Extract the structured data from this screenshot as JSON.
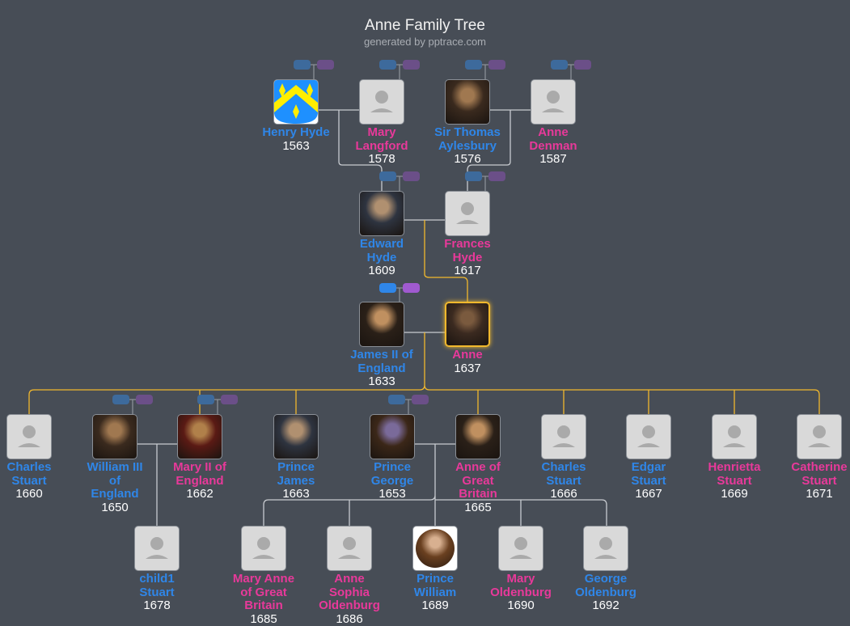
{
  "header": {
    "title": "Anne Family Tree",
    "subtitle": "generated by pptrace.com"
  },
  "colors": {
    "male": "#2f86e8",
    "female": "#e8399a",
    "background": "#474d56",
    "highlight_line": "#f1b82d",
    "line": "#c8cbd0"
  },
  "people": [
    {
      "name": "Henry Hyde",
      "year": "1563",
      "gender": "male",
      "avatar": "coat-of-arms"
    },
    {
      "name": "Mary Langford",
      "year": "1578",
      "gender": "female",
      "avatar": "placeholder"
    },
    {
      "name": "Sir Thomas Aylesbury",
      "year": "1576",
      "gender": "male",
      "avatar": "portrait"
    },
    {
      "name": "Anne Denman",
      "year": "1587",
      "gender": "female",
      "avatar": "placeholder"
    },
    {
      "name": "Edward Hyde",
      "year": "1609",
      "gender": "male",
      "avatar": "portrait"
    },
    {
      "name": "Frances Hyde",
      "year": "1617",
      "gender": "female",
      "avatar": "placeholder"
    },
    {
      "name": "James II of England",
      "year": "1633",
      "gender": "male",
      "avatar": "portrait"
    },
    {
      "name": "Anne",
      "year": "1637",
      "gender": "female",
      "avatar": "portrait",
      "selected": true
    },
    {
      "name": "Charles Stuart",
      "year": "1660",
      "gender": "male",
      "avatar": "placeholder"
    },
    {
      "name": "William III of England",
      "year": "1650",
      "gender": "male",
      "avatar": "portrait"
    },
    {
      "name": "Mary II of England",
      "year": "1662",
      "gender": "female",
      "avatar": "portrait"
    },
    {
      "name": "Prince James",
      "year": "1663",
      "gender": "male",
      "avatar": "portrait"
    },
    {
      "name": "Prince George",
      "year": "1653",
      "gender": "male",
      "avatar": "portrait"
    },
    {
      "name": "Anne of Great Britain",
      "year": "1665",
      "gender": "female",
      "avatar": "portrait"
    },
    {
      "name": "Charles Stuart",
      "year": "1666",
      "gender": "male",
      "avatar": "placeholder"
    },
    {
      "name": "Edgar Stuart",
      "year": "1667",
      "gender": "male",
      "avatar": "placeholder"
    },
    {
      "name": "Henrietta Stuart",
      "year": "1669",
      "gender": "female",
      "avatar": "placeholder"
    },
    {
      "name": "Catherine Stuart",
      "year": "1671",
      "gender": "female",
      "avatar": "placeholder"
    },
    {
      "name": "child1 Stuart",
      "year": "1678",
      "gender": "male",
      "avatar": "placeholder"
    },
    {
      "name": "Mary Anne of Great Britain",
      "year": "1685",
      "gender": "female",
      "avatar": "placeholder"
    },
    {
      "name": "Anne Sophia Oldenburg",
      "year": "1686",
      "gender": "female",
      "avatar": "placeholder"
    },
    {
      "name": "Prince William",
      "year": "1689",
      "gender": "male",
      "avatar": "portrait"
    },
    {
      "name": "Mary Oldenburg",
      "year": "1690",
      "gender": "female",
      "avatar": "placeholder"
    },
    {
      "name": "George Oldenburg",
      "year": "1692",
      "gender": "male",
      "avatar": "placeholder"
    }
  ]
}
